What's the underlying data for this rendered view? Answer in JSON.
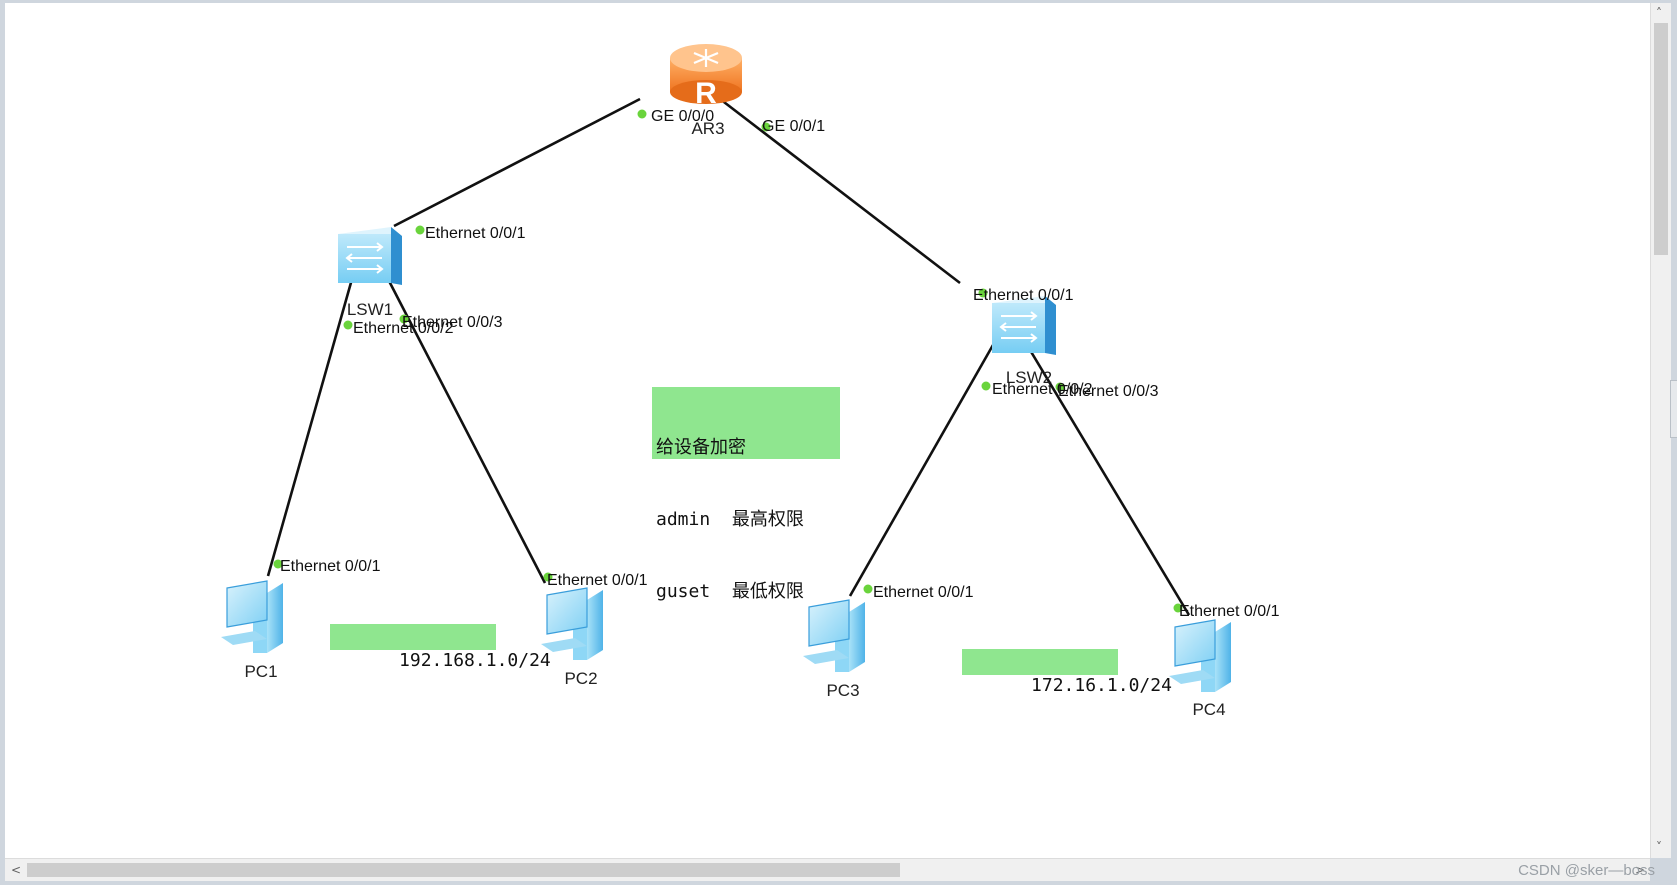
{
  "devices": {
    "router": {
      "label": "AR3",
      "glyph": "R"
    },
    "lsw1": {
      "label": "LSW1"
    },
    "lsw2": {
      "label": "LSW2"
    },
    "pc1": {
      "label": "PC1"
    },
    "pc2": {
      "label": "PC2"
    },
    "pc3": {
      "label": "PC3"
    },
    "pc4": {
      "label": "PC4"
    }
  },
  "ports": {
    "ar3_ge000": "GE 0/0/0",
    "ar3_ge001": "GE 0/0/1",
    "lsw1_e001": "Ethernet 0/0/1",
    "lsw1_e002": "Ethernet 0/0/2",
    "lsw1_e003": "Ethernet 0/0/3",
    "lsw2_e001": "Ethernet 0/0/1",
    "lsw2_e002": "Ethernet 0/0/2",
    "lsw2_e003": "Ethernet 0/0/3",
    "pc1_e001": "Ethernet 0/0/1",
    "pc2_e001": "Ethernet 0/0/1",
    "pc3_e001": "Ethernet 0/0/1",
    "pc4_e001": "Ethernet 0/0/1"
  },
  "notes": {
    "password": {
      "line1": "给设备加密",
      "line2": "admin  最高权限",
      "line3": "guset  最低权限"
    },
    "subnet_left": "192.168.1.0/24",
    "subnet_right": "172.16.1.0/24"
  },
  "watermark": "CSDN @sker—boss",
  "scroll": {
    "up": "˄",
    "down": "˅",
    "left": "<",
    "right": ">"
  },
  "colors": {
    "link": "#111111",
    "port_dot": "#6ad43c",
    "note_bg": "#8fe68f",
    "router": "#f5892e",
    "switch": "#5fb6ea",
    "pc": "#56b8ec"
  }
}
